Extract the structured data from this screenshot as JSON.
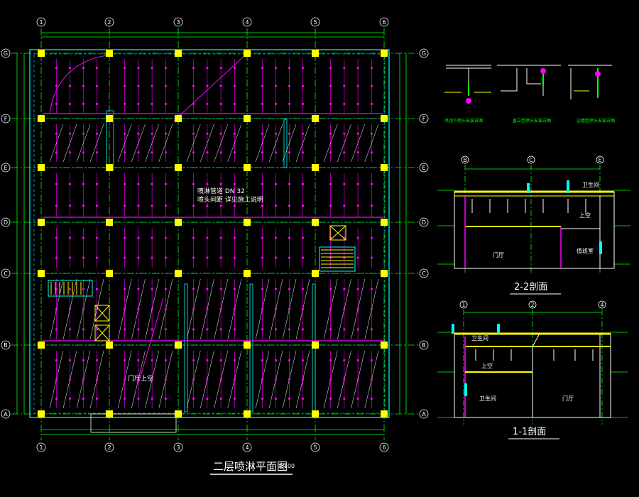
{
  "colors": {
    "background": "#000000",
    "axis_line": "#00ff00",
    "axis_bubble": "#ffffff",
    "column": "#ffff00",
    "pipe": "#ff00ff",
    "sprinkler": "#ff00ff",
    "wall": "#00ffff",
    "dimension": "#00ff00",
    "text": "#ffffff",
    "section_title": "#ffffff"
  },
  "plan": {
    "title": "二层喷淋平面图",
    "scale": "1:100",
    "column_axes": [
      "1",
      "2",
      "3",
      "4",
      "5",
      "6"
    ],
    "row_axes": [
      "G",
      "F",
      "E",
      "D",
      "C",
      "B",
      "A"
    ],
    "labels": {
      "note_line1": "喷淋管道 DN 32",
      "note_line2": "喷头间距 详见施工说明",
      "hall_upper": "门厅上空"
    }
  },
  "details": {
    "detail_1_caption": "吊顶下喷头安装详图",
    "detail_2_caption": "直立型喷头安装详图",
    "detail_3_caption": "边墙型喷头安装详图"
  },
  "section_2_2": {
    "title": "2-2剖面",
    "axes": [
      "B",
      "C",
      "E"
    ],
    "rooms": {
      "bathroom": "卫生间",
      "void": "上空",
      "hall": "门厅",
      "duty": "值班室"
    }
  },
  "section_1_1": {
    "title": "1-1剖面",
    "axes": [
      "1",
      "2",
      "4"
    ],
    "rooms": {
      "bathroom": "卫生间",
      "void": "上空",
      "bathroom_lower": "卫生间",
      "hall": "门厅"
    }
  }
}
